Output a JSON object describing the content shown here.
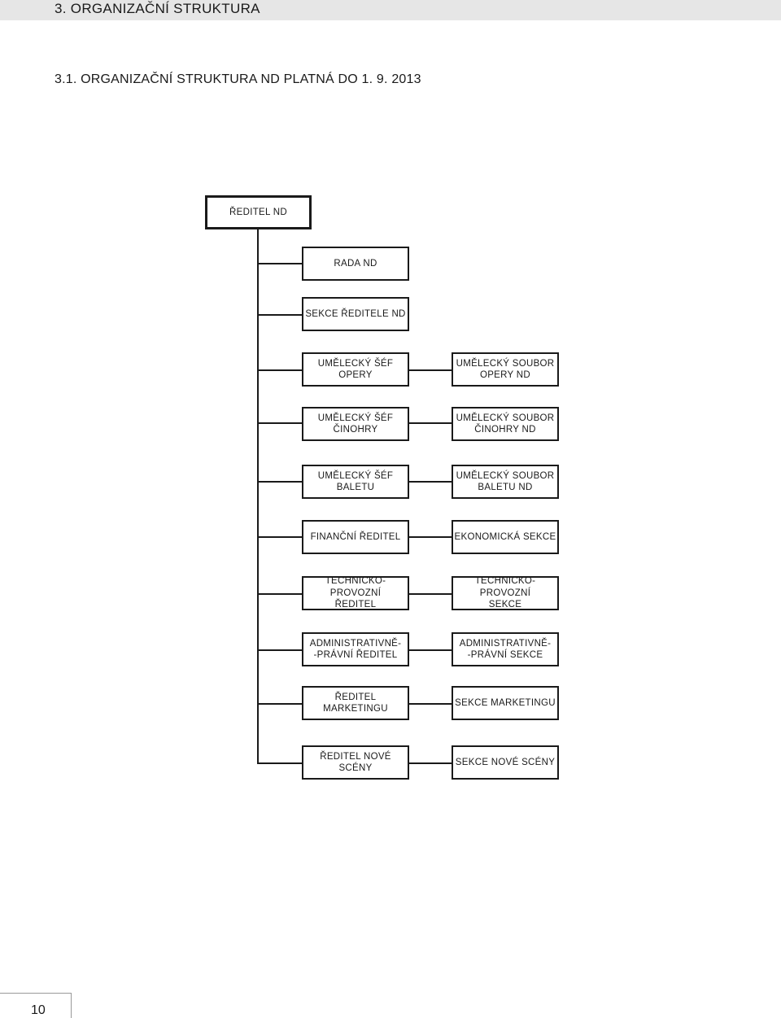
{
  "header": {
    "title": "3. ORGANIZAČNÍ STRUKTURA"
  },
  "section": {
    "title": "3.1. ORGANIZAČNÍ STRUKTURA ND PLATNÁ DO 1. 9. 2013"
  },
  "org": {
    "root": "ŘEDITEL ND",
    "rada": "RADA ND",
    "sekce_reditele": "SEKCE ŘEDITELE ND",
    "rows": [
      {
        "left": "UMĚLECKÝ ŠÉF\nOPERY",
        "right": "UMĚLECKÝ SOUBOR\nOPERY ND"
      },
      {
        "left": "UMĚLECKÝ ŠÉF\nČINOHRY",
        "right": "UMĚLECKÝ SOUBOR\nČINOHRY ND"
      },
      {
        "left": "UMĚLECKÝ ŠÉF\nBALETU",
        "right": "UMĚLECKÝ SOUBOR\nBALETU ND"
      },
      {
        "left": "FINANČNÍ ŘEDITEL",
        "right": "EKONOMICKÁ SEKCE"
      },
      {
        "left": "TECHNICKO-PROVOZNÍ\nŘEDITEL",
        "right": "TECHNICKO-PROVOZNÍ\nSEKCE"
      },
      {
        "left": "ADMINISTRATIVNĚ-\n-PRÁVNÍ ŘEDITEL",
        "right": "ADMINISTRATIVNĚ-\n-PRÁVNÍ SEKCE"
      },
      {
        "left": "ŘEDITEL MARKETINGU",
        "right": "SEKCE MARKETINGU"
      },
      {
        "left": "ŘEDITEL NOVÉ SCÉNY",
        "right": "SEKCE NOVÉ SCÉNY"
      }
    ]
  },
  "footer": {
    "page_number": "10"
  }
}
